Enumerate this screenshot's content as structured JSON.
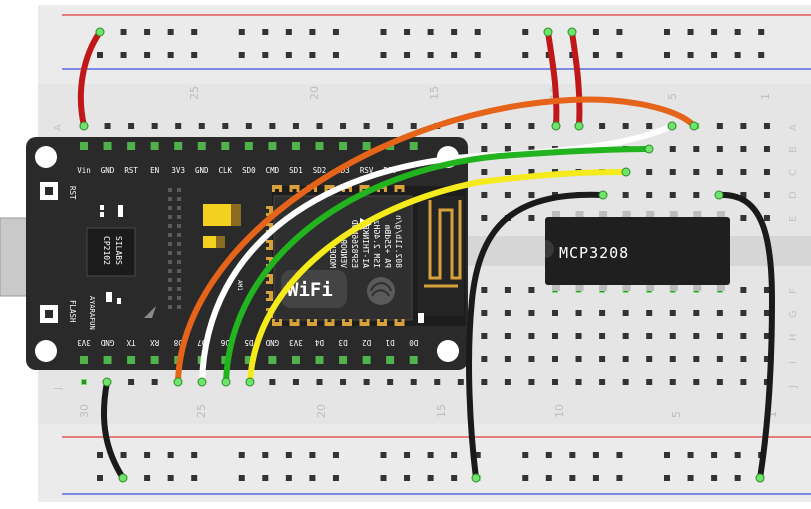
{
  "breadboard": {
    "column_numbers": [
      "30",
      "25",
      "20",
      "15",
      "10",
      "5",
      "1"
    ],
    "row_letters_top": [
      "A",
      "B",
      "C",
      "D",
      "E"
    ],
    "row_letters_bottom": [
      "F",
      "G",
      "H",
      "I",
      "J"
    ]
  },
  "nodemcu": {
    "top_pins": [
      "Vin",
      "GND",
      "RST",
      "EN",
      "3V3",
      "GND",
      "CLK",
      "SD0",
      "CMD",
      "SD1",
      "SD2",
      "SD3",
      "RSV",
      "RSV"
    ],
    "bottom_pins": [
      "3V3",
      "GND",
      "TX",
      "RX",
      "D8",
      "D7",
      "D6",
      "D5",
      "GND",
      "3V3",
      "D4",
      "D3",
      "D2",
      "D1",
      "D0"
    ],
    "rst_label": "RST",
    "flash_label": "FLASH",
    "usb_chip_lines": [
      "CP2102",
      "SILABS"
    ],
    "brand": "AYARAFUN",
    "module_text_lines": [
      "MODEL",
      "VENDOR",
      "ESP8266MOD",
      "AI-THINKER",
      "ISM 2.4GHz",
      "PA +25dBm",
      "802.11b/g/n"
    ],
    "wifi_text": "WiFi",
    "mark": "AM1"
  },
  "ic": {
    "label": "MCP3208"
  },
  "colors": {
    "board_bg": "#ebebeb",
    "board_inner": "#e3e3e3",
    "rail_red": "#e23a3a",
    "rail_blue": "#3a4fe0",
    "hole": "#333333",
    "hole_green": "#6ee46a",
    "nodemcu_bg": "#2a2a2a",
    "nodemcu_pin": "#4fb24a",
    "header_gold": "#d8a13a",
    "ic_body": "#1f1f1f",
    "wire_red": "#c01818",
    "wire_orange": "#e5641a",
    "wire_white": "#ffffff",
    "wire_green": "#22b41e",
    "wire_yellow": "#f4ea1c",
    "wire_black": "#1a1a1a"
  },
  "wires": [
    {
      "name": "red-wire-left",
      "color": "red"
    },
    {
      "name": "red-wire-right-1",
      "color": "red"
    },
    {
      "name": "red-wire-right-2",
      "color": "red"
    },
    {
      "name": "orange-wire",
      "color": "orange"
    },
    {
      "name": "white-wire",
      "color": "white"
    },
    {
      "name": "green-wire",
      "color": "green"
    },
    {
      "name": "yellow-wire",
      "color": "yellow"
    },
    {
      "name": "black-wire-left",
      "color": "black"
    },
    {
      "name": "black-wire-mid",
      "color": "black"
    },
    {
      "name": "black-wire-right",
      "color": "black"
    }
  ]
}
